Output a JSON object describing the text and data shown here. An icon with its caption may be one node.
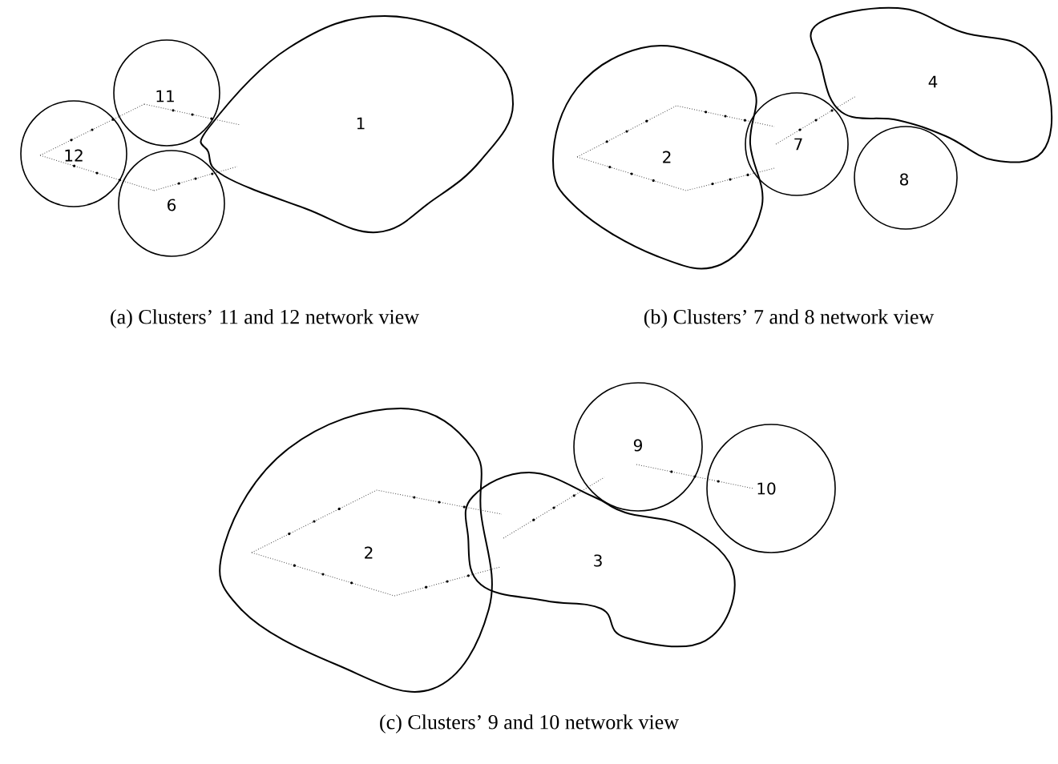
{
  "diagram": {
    "nodes": [
      {
        "text": [
          "12"
        ]
      },
      {
        "text": [
          "11"
        ]
      },
      {
        "text": [
          "6"
        ]
      },
      {
        "text": [
          "1"
        ]
      },
      {
        "text": [
          "2"
        ]
      },
      {
        "text": [
          "7"
        ]
      },
      {
        "text": [
          "4"
        ]
      },
      {
        "text": [
          "8"
        ]
      },
      {
        "text": [
          "2"
        ]
      },
      {
        "text": [
          "3"
        ]
      },
      {
        "text": [
          "9"
        ]
      },
      {
        "text": [
          "10"
        ]
      }
    ],
    "edges": [
      {
        "from": 0,
        "to": 1,
        "arrow": "none",
        "style": "dashed"
      },
      {
        "from": 1,
        "to": 3,
        "arrow": "none",
        "style": "dashed"
      },
      {
        "from": 0,
        "to": 2,
        "arrow": "none",
        "style": "dashed"
      },
      {
        "from": 2,
        "to": 3,
        "arrow": "none",
        "style": "dashed"
      },
      {
        "from": 4,
        "to": 5,
        "arrow": "none",
        "style": "dashed"
      },
      {
        "from": 4,
        "to": 5,
        "arrow": "none",
        "style": "dashed"
      },
      {
        "from": 5,
        "to": 6,
        "arrow": "none",
        "style": "dashed"
      },
      {
        "from": 8,
        "to": 9,
        "arrow": "none",
        "style": "dashed"
      },
      {
        "from": 8,
        "to": 9,
        "arrow": "none",
        "style": "dashed"
      },
      {
        "from": 9,
        "to": 10,
        "arrow": "none",
        "style": "dashed"
      },
      {
        "from": 10,
        "to": 11,
        "arrow": "none",
        "style": "dashed"
      }
    ],
    "labels": [
      "(a) Clusters’ 11 and 12 network view",
      "(b) Clusters’ 7 and 8 network view",
      "(c) Clusters’ 9 and 10 network view"
    ]
  }
}
